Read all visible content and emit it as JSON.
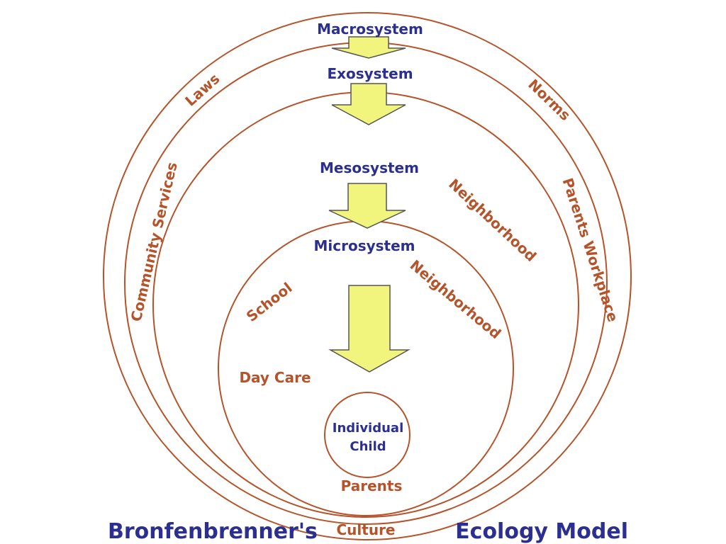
{
  "colors": {
    "ring": "#b5532a",
    "system_text": "#2b2f8f",
    "context_text": "#b5532a",
    "arrow_fill": "#f2f57d",
    "arrow_stroke": "#555555",
    "title_text": "#2b2f8f"
  },
  "systems": {
    "macro": "Macrosystem",
    "exo": "Exosystem",
    "meso": "Mesosystem",
    "micro": "Microsystem"
  },
  "child": {
    "line1": "Individual",
    "line2": "Child"
  },
  "contexts": {
    "laws": "Laws",
    "norms": "Norms",
    "community_services": "Community Services",
    "parents_workplace": "Parents Workplace",
    "neighborhood_outer": "Neighborhood",
    "neighborhood_inner": "Neighborhood",
    "school": "School",
    "day_care": "Day Care",
    "parents": "Parents",
    "culture": "Culture"
  },
  "title": {
    "left": "Bronfenbrenner's",
    "right": "Ecology Model"
  }
}
